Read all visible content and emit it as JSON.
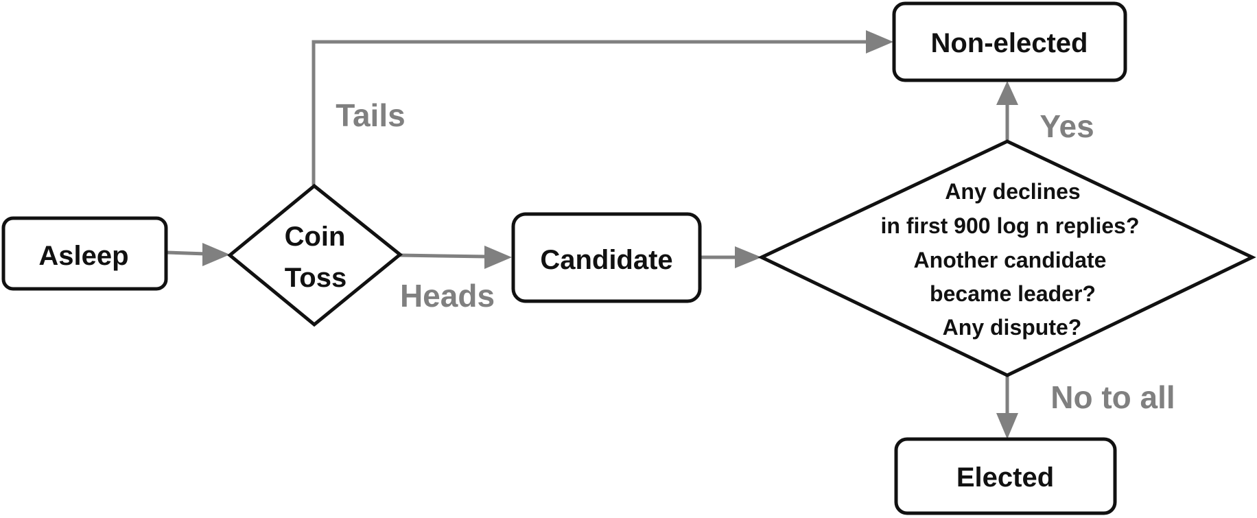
{
  "nodes": {
    "asleep": "Asleep",
    "coin_toss": [
      "Coin",
      "Toss"
    ],
    "candidate": "Candidate",
    "decision": [
      "Any declines",
      "in first 900 log n replies?",
      "Another candidate",
      "became leader?",
      "Any dispute?"
    ],
    "non_elected": "Non-elected",
    "elected": "Elected"
  },
  "edges": {
    "tails": "Tails",
    "heads": "Heads",
    "yes": "Yes",
    "no_to_all": "No to all"
  },
  "colors": {
    "box_stroke": "#111111",
    "arrow": "#808080",
    "edge_label": "#808080"
  }
}
